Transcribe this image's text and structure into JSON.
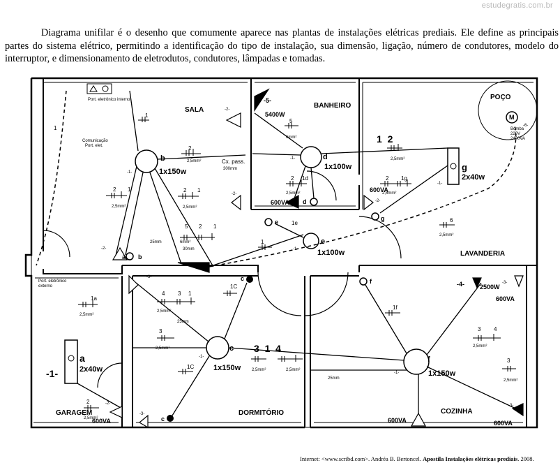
{
  "watermark": "estudegratis.com.br",
  "intro": "Diagrama unifilar é o desenho que comumente aparece nas plantas de instalações elétricas prediais. Ele define as principais partes do sistema elétrico, permitindo a identificação do tipo de instalação, sua dimensão, ligação, número de condutores, modelo do interruptor, e dimensionamento de eletrodutos, condutores, lâmpadas e tomadas.",
  "rooms": {
    "sala": "SALA",
    "banheiro": "BANHEIRO",
    "poco": "POÇO",
    "lavanderia": "LAVANDERIA",
    "dormitorio": "DORMITÓRIO",
    "cozinha": "COZINHA",
    "garagem": "GARAGEM"
  },
  "labels": {
    "port_eletronico_interno": "Port. eletrônico interno",
    "comunicacao_1": "Comunicação",
    "comunicacao_2": "Port. elet.",
    "port_eletronico_externo_1": "Port. eletrônico",
    "port_eletronico_externo_2": "externo",
    "cx_pass": "Cx. pass.",
    "cx_pass_size": "300mm",
    "bomba_1": "Bomba",
    "bomba_2": "220V",
    "bomba_3": "2400VA",
    "motor": "M"
  },
  "lamps": {
    "b": "1x150w",
    "d": "1x100w",
    "e": "1x100w",
    "g": "2x40w",
    "a": "2x40w",
    "c": "1x150w",
    "f": "1x150w"
  },
  "points": {
    "a": "a",
    "b": "b",
    "c": "c",
    "d": "d",
    "e": "e",
    "f": "f",
    "g": "g"
  },
  "outlets": {
    "sala_top": "-2-",
    "banheiro_5400": "5400W",
    "banheiro_5": "-5-",
    "banheiro_600": "600VA",
    "lav_600": "600VA",
    "lav_2": "-2-",
    "coz_2500": "2500W",
    "coz_4": "-4-",
    "coz_600a": "600VA",
    "coz_600b": "600VA",
    "coz_600c": "600VA",
    "gar_600": "600VA",
    "minus1": "-1-",
    "minus2": "-2-",
    "minus3": "-3-",
    "minus6": "-6-"
  },
  "circuits": {
    "n1": "1",
    "n2": "2",
    "n3": "3",
    "n4": "4",
    "n5": "5",
    "n6": "6",
    "n1a": "1a",
    "n1c": "1C",
    "n1d": "1d",
    "n1e": "1e",
    "n1f": "1f",
    "n1g": "1g",
    "n12": "1  2",
    "n314": "3  1  4",
    "mm2_25": "2,5mm²",
    "mm2_6": "6mm²",
    "mm_25": "25mm",
    "mm_30": "30mm"
  },
  "footer": {
    "prefix": "Internet: <www.scribd.com>. Andréa B. Bertoncel.",
    "title": "Apostila Instalações elétricas prediais",
    "suffix": ". 2008."
  }
}
